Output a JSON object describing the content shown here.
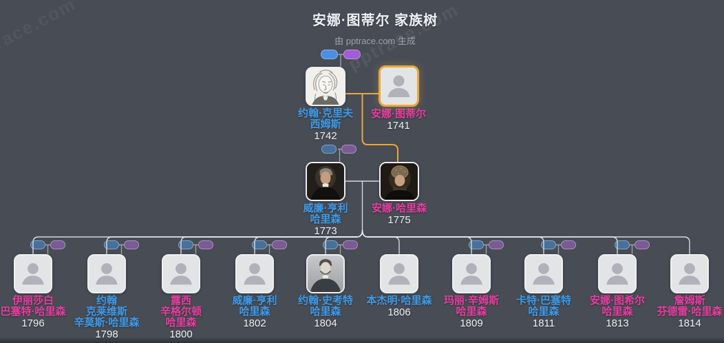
{
  "header": {
    "title": "安娜·图蒂尔 家族树",
    "subtitle": "由 pptrace.com 生成",
    "watermark": "pptrace.com"
  },
  "colors": {
    "background": "#484C55",
    "male": "#3E9BE9",
    "female": "#E93DA0",
    "year": "#F1F3F5",
    "highlight": "#E9A83D",
    "pill_blue_bright": "#4A90E2",
    "pill_purple_bright": "#A15CD6",
    "pill_blue_muted": "#45719B",
    "pill_purple_muted": "#7C5A96"
  },
  "people": [
    {
      "name": "约翰·克里夫\n西姆斯",
      "year": "1742",
      "gender": "male"
    },
    {
      "name": "安娜·图蒂尔",
      "year": "1741",
      "gender": "female",
      "highlighted": true
    },
    {
      "name": "威廉·亨利\n哈里森",
      "year": "1773",
      "gender": "male"
    },
    {
      "name": "安娜·哈里森",
      "year": "1775",
      "gender": "female"
    },
    {
      "name": "伊丽莎白\n巴塞特·哈里森",
      "year": "1796",
      "gender": "female"
    },
    {
      "name": "约翰\n克莱维斯\n辛莫斯·哈里森",
      "year": "1798",
      "gender": "male"
    },
    {
      "name": "露西\n辛格尔顿\n哈里森",
      "year": "1800",
      "gender": "female"
    },
    {
      "name": "威廉·亨利\n哈里森",
      "year": "1802",
      "gender": "male"
    },
    {
      "name": "约翰·史考特\n哈里森",
      "year": "1804",
      "gender": "male"
    },
    {
      "name": "本杰明·哈里森",
      "year": "1806",
      "gender": "male"
    },
    {
      "name": "玛丽·辛姆斯\n哈里森",
      "year": "1809",
      "gender": "female"
    },
    {
      "name": "卡特·巴塞特\n哈里森",
      "year": "1811",
      "gender": "male"
    },
    {
      "name": "安娜·图希尔\n哈里森",
      "year": "1813",
      "gender": "female"
    },
    {
      "name": "詹姆斯\n芬德雷·哈里森",
      "year": "1814",
      "gender": "female"
    }
  ]
}
